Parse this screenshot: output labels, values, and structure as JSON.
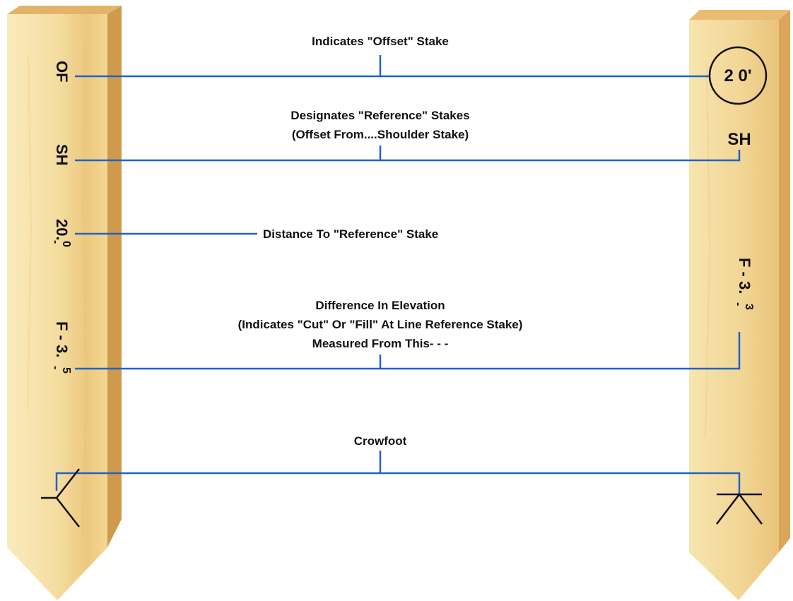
{
  "colors": {
    "line": "#1f63c9",
    "wood_light": "#f8e7b2",
    "wood_mid": "#ecc980",
    "wood_dark": "#cf9a4c",
    "ink": "#111111"
  },
  "annotations": {
    "offset_stake": "Indicates \"Offset\" Stake",
    "reference_stakes_line1": "Designates \"Reference\" Stakes",
    "reference_stakes_line2": "(Offset From....Shoulder Stake)",
    "distance": "Distance To \"Reference\" Stake",
    "elevation_line1": "Difference In Elevation",
    "elevation_line2": "(Indicates \"Cut\" Or \"Fill\" At Line Reference Stake)",
    "elevation_line3": "Measured From This- - -",
    "crowfoot": "Crowfoot"
  },
  "left_stake": {
    "of": "OF",
    "sh": "SH",
    "distance_main": "20.",
    "distance_sup": "0",
    "distance_under": "-",
    "elevation_main": "F - 3.",
    "elevation_sup": "5",
    "elevation_under": "-"
  },
  "right_stake": {
    "offset_circle": "2 0'",
    "sh": "SH",
    "elevation_main": "F - 3.",
    "elevation_sup": "3",
    "elevation_under": "-"
  }
}
